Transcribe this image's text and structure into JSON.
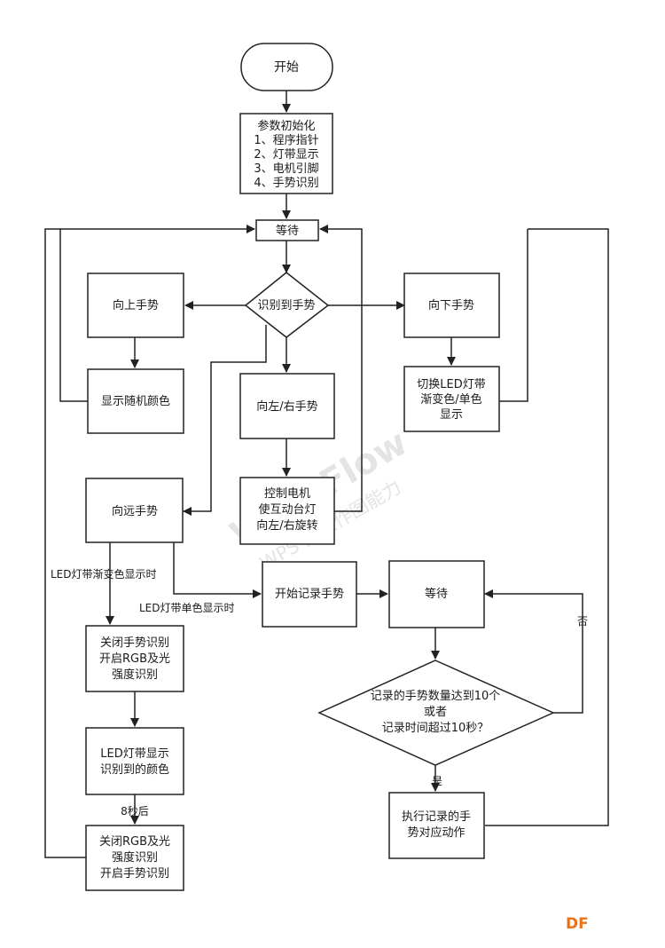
{
  "nodes": {
    "start": "开始",
    "init": [
      "参数初始化",
      "1、程序指针",
      "2、灯带显示",
      "3、电机引脚",
      "4、手势识别"
    ],
    "wait_main": "等待",
    "recognize": "识别到手势",
    "up": "向上手势",
    "random_color": "显示随机颜色",
    "left_right": "向左/右手势",
    "motor": [
      "控制电机",
      "使互动台灯",
      "向左/右旋转"
    ],
    "down": "向下手势",
    "switch_led": [
      "切换LED灯带",
      "渐变色/单色",
      "显示"
    ],
    "far": "向远手势",
    "close_gesture": [
      "关闭手势识别",
      "开启RGB及光",
      "强度识别"
    ],
    "led_show": [
      "LED灯带显示",
      "识别到的颜色"
    ],
    "reopen": [
      "关闭RGB及光",
      "强度识别",
      "开启手势识别"
    ],
    "start_record": "开始记录手势",
    "wait_record": "等待",
    "check": [
      "记录的手势数量达到10个",
      "或者",
      "记录时间超过10秒？"
    ],
    "execute": [
      "执行记录的手",
      "势对应动作"
    ]
  },
  "edge_labels": {
    "gradient": "LED灯带渐变色显示时",
    "single": "LED灯带单色显示时",
    "eight_sec": "8秒后",
    "no": "否",
    "yes": "是"
  },
  "watermark": [
    "WPS Flow",
    "WPS 提供作图能力"
  ],
  "logo": "DF"
}
